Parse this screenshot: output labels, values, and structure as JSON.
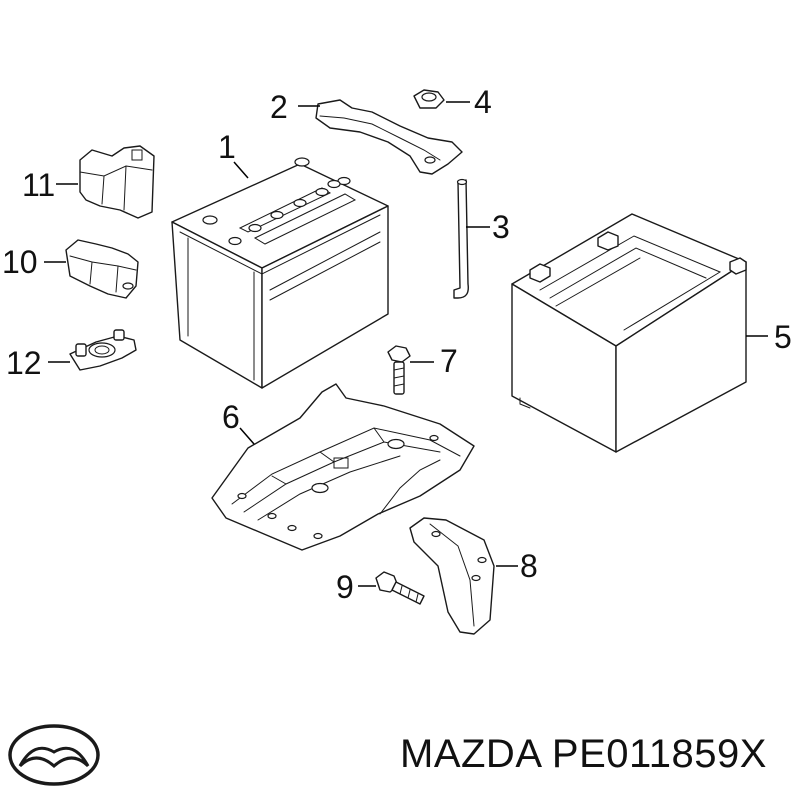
{
  "callouts": [
    {
      "id": "1",
      "label": "1",
      "part": "battery"
    },
    {
      "id": "2",
      "label": "2",
      "part": "battery-hold-down-bracket"
    },
    {
      "id": "3",
      "label": "3",
      "part": "hold-down-rod"
    },
    {
      "id": "4",
      "label": "4",
      "part": "nut"
    },
    {
      "id": "5",
      "label": "5",
      "part": "battery-cover-box"
    },
    {
      "id": "6",
      "label": "6",
      "part": "battery-tray"
    },
    {
      "id": "7",
      "label": "7",
      "part": "bolt"
    },
    {
      "id": "8",
      "label": "8",
      "part": "tray-support-bracket"
    },
    {
      "id": "9",
      "label": "9",
      "part": "bolt"
    },
    {
      "id": "10",
      "label": "10",
      "part": "terminal-clamp"
    },
    {
      "id": "11",
      "label": "11",
      "part": "terminal-cover"
    },
    {
      "id": "12",
      "label": "12",
      "part": "terminal-clamp"
    }
  ],
  "footer": {
    "brand": "MAZDA",
    "part_number": "PE011859X",
    "text": "MAZDA PE011859X",
    "logo_icon": "mazda-logo-icon",
    "logo_text": "MAZDA"
  },
  "colors": {
    "line": "#1a1a1a",
    "background": "#ffffff"
  }
}
